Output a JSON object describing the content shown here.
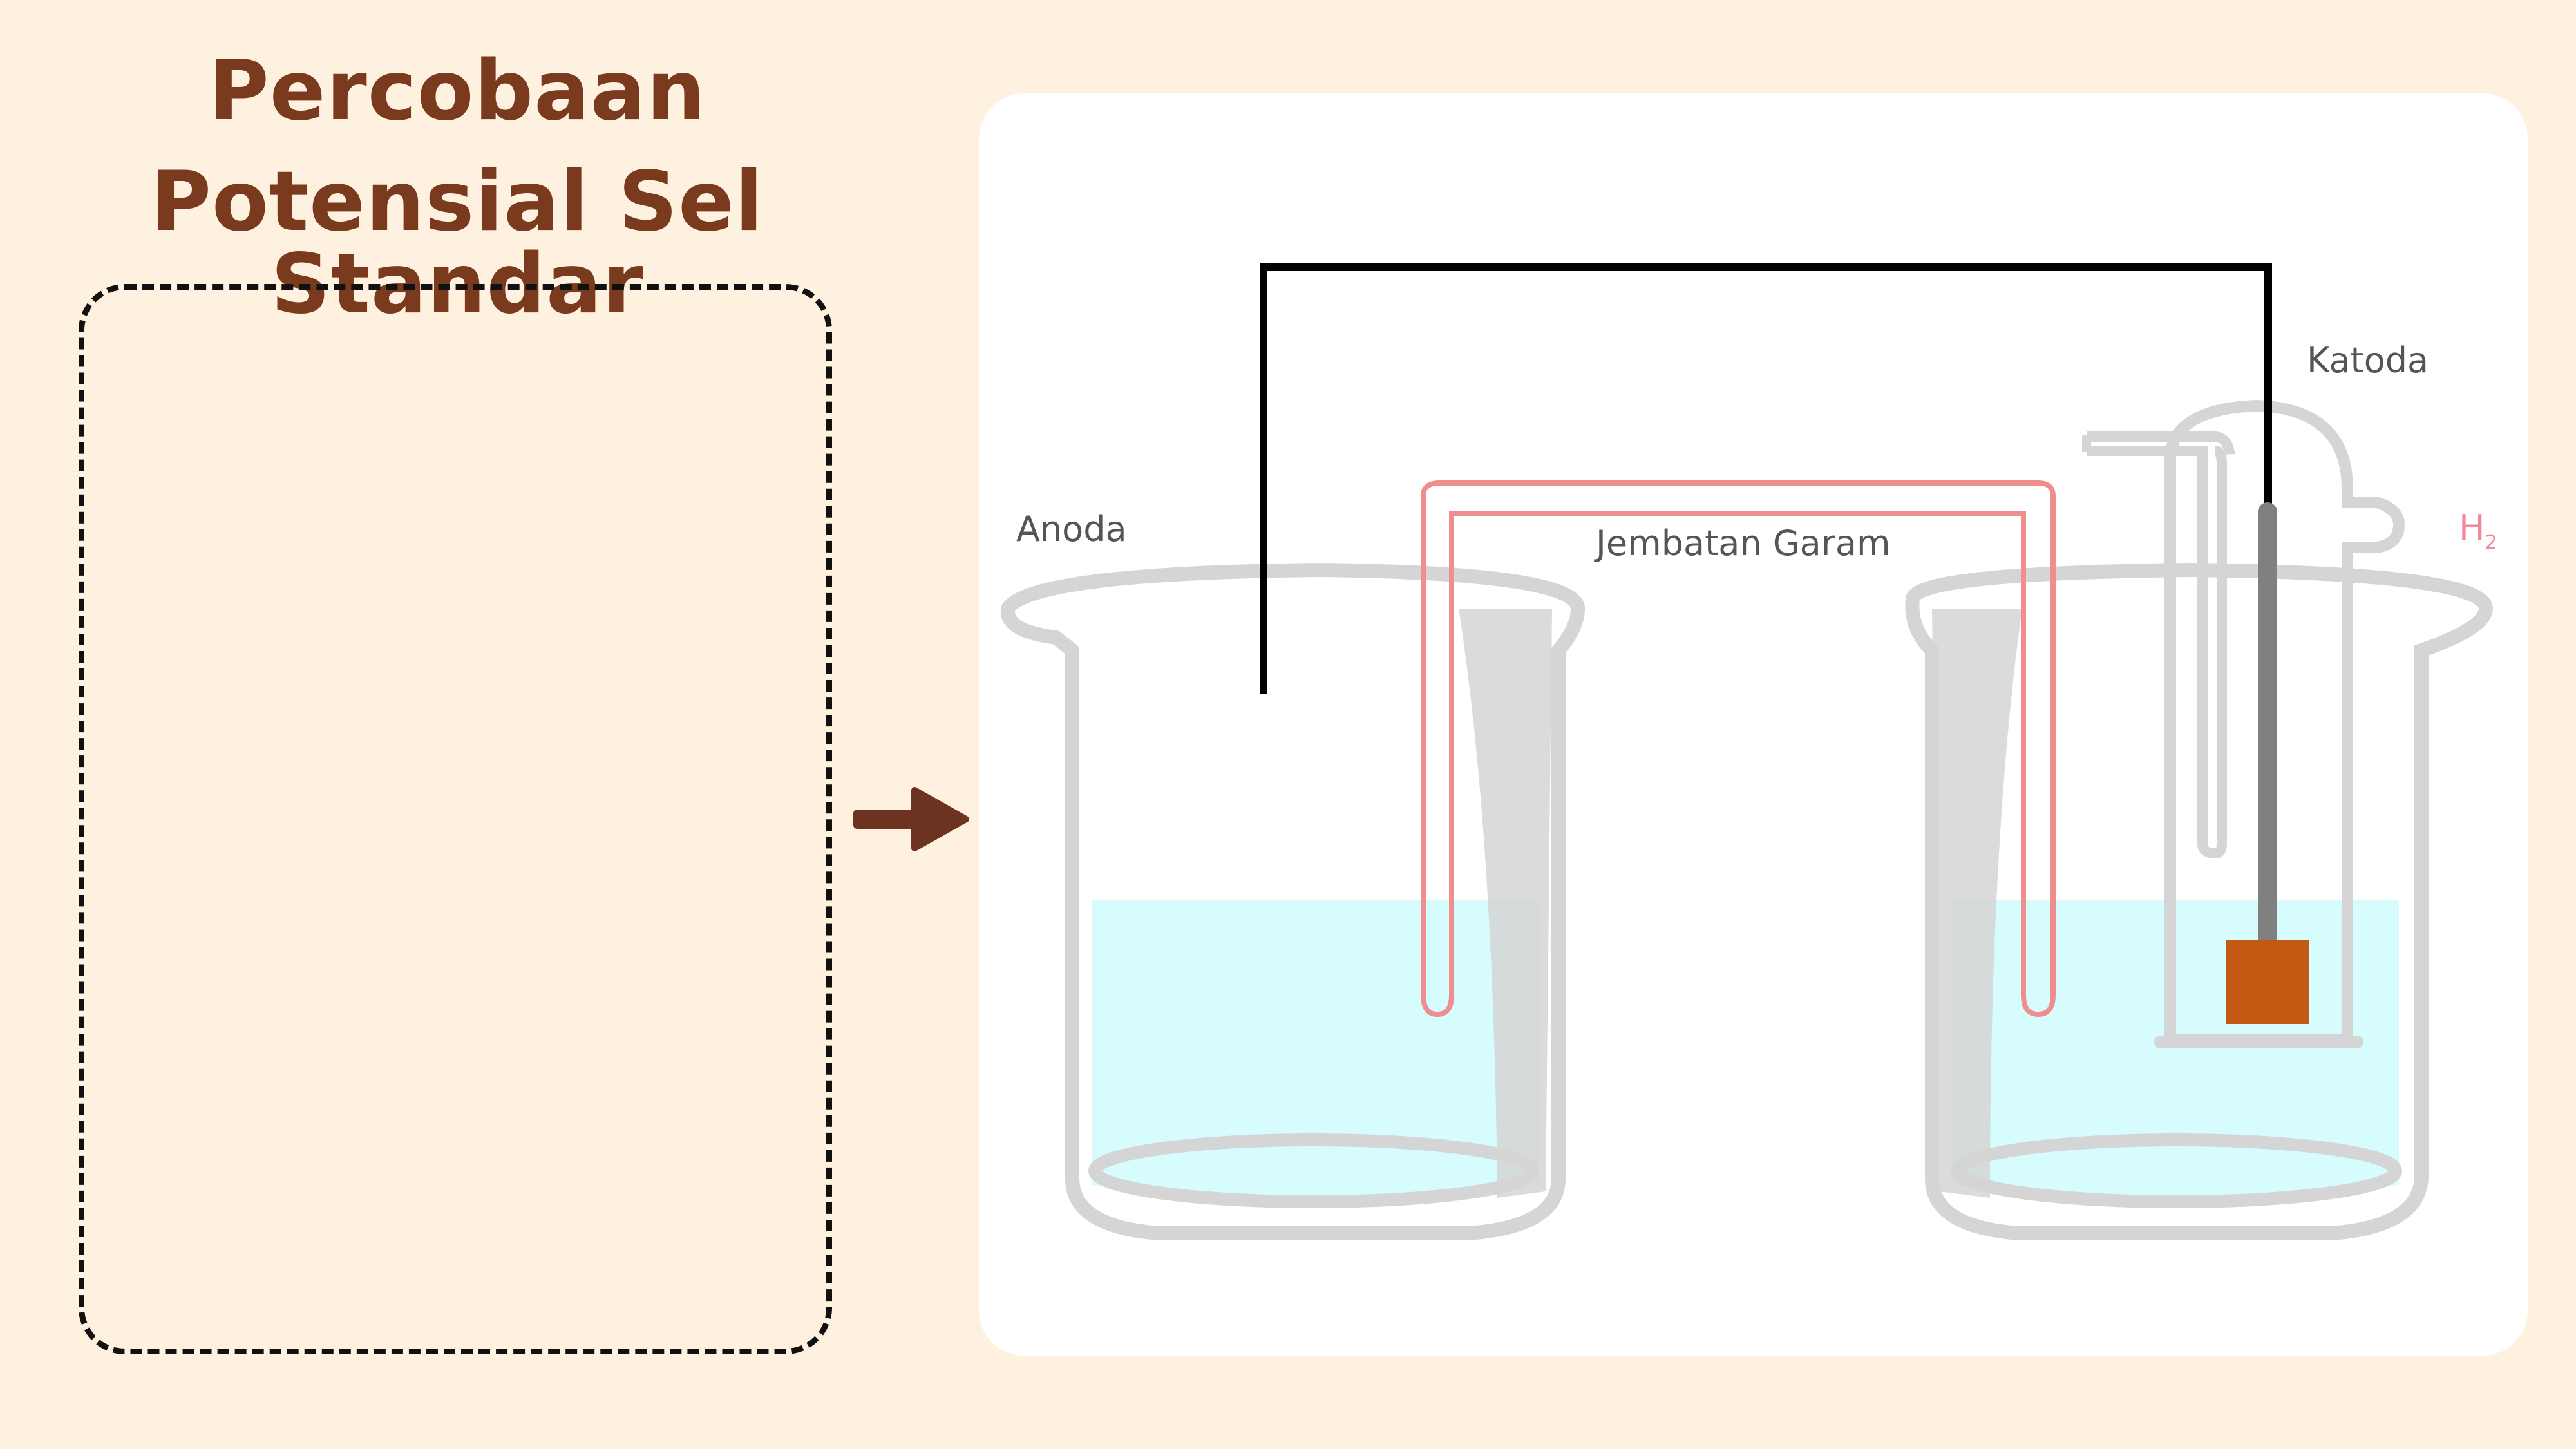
{
  "title": {
    "line1": "Percobaan",
    "line2": "Potensial Sel Standar"
  },
  "diagram": {
    "labels": {
      "anode": "Anoda",
      "cathode": "Katoda",
      "salt_bridge": "Jembatan Garam",
      "gas": "H",
      "gas_subscript": "2"
    }
  },
  "colors": {
    "background": "#FFF1DF",
    "title": "#7A3A1E",
    "arrow": "#6B3320",
    "card": "#FFFFFF",
    "wire": "#000000",
    "salt_bridge": "#EE8E8E",
    "solution": "#D7FCFD",
    "glass": "#D5D5D5",
    "electrode": "#C35A14",
    "rod": "#808080",
    "gas_label": "#F08A9A"
  }
}
